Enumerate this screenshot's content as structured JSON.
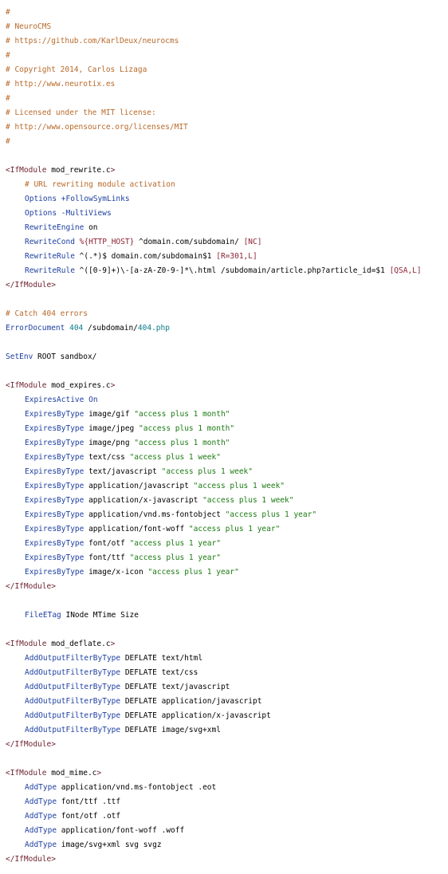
{
  "lines": [
    {
      "indent": false,
      "tokens": [
        {
          "t": "comment",
          "v": "#"
        }
      ]
    },
    {
      "indent": false,
      "tokens": [
        {
          "t": "comment",
          "v": "# NeuroCMS"
        }
      ]
    },
    {
      "indent": false,
      "tokens": [
        {
          "t": "comment",
          "v": "# https://github.com/KarlDeux/neurocms"
        }
      ]
    },
    {
      "indent": false,
      "tokens": [
        {
          "t": "comment",
          "v": "#"
        }
      ]
    },
    {
      "indent": false,
      "tokens": [
        {
          "t": "comment",
          "v": "# Copyright 2014, Carlos Lizaga"
        }
      ]
    },
    {
      "indent": false,
      "tokens": [
        {
          "t": "comment",
          "v": "# http://www.neurotix.es"
        }
      ]
    },
    {
      "indent": false,
      "tokens": [
        {
          "t": "comment",
          "v": "#"
        }
      ]
    },
    {
      "indent": false,
      "tokens": [
        {
          "t": "comment",
          "v": "# Licensed under the MIT license:"
        }
      ]
    },
    {
      "indent": false,
      "tokens": [
        {
          "t": "comment",
          "v": "# http://www.opensource.org/licenses/MIT"
        }
      ]
    },
    {
      "indent": false,
      "tokens": [
        {
          "t": "comment",
          "v": "#"
        }
      ]
    },
    {
      "indent": false,
      "tokens": []
    },
    {
      "indent": false,
      "tokens": [
        {
          "t": "tag",
          "v": "<IfModule"
        },
        {
          "t": "plain",
          "v": " mod_rewrite.c"
        },
        {
          "t": "tag",
          "v": ">"
        }
      ]
    },
    {
      "indent": true,
      "tokens": [
        {
          "t": "comment",
          "v": "# URL rewriting module activation"
        }
      ]
    },
    {
      "indent": true,
      "tokens": [
        {
          "t": "dir",
          "v": "Options"
        },
        {
          "t": "plain",
          "v": " "
        },
        {
          "t": "op",
          "v": "+FollowSymLinks"
        }
      ]
    },
    {
      "indent": true,
      "tokens": [
        {
          "t": "dir",
          "v": "Options"
        },
        {
          "t": "plain",
          "v": " "
        },
        {
          "t": "op",
          "v": "-MultiViews"
        }
      ]
    },
    {
      "indent": true,
      "tokens": [
        {
          "t": "dir",
          "v": "RewriteEngine"
        },
        {
          "t": "plain",
          "v": " on"
        }
      ]
    },
    {
      "indent": true,
      "tokens": [
        {
          "t": "dir",
          "v": "RewriteCond"
        },
        {
          "t": "plain",
          "v": " "
        },
        {
          "t": "var",
          "v": "%{HTTP_HOST}"
        },
        {
          "t": "plain",
          "v": " ^domain.com/subdomain/ "
        },
        {
          "t": "var",
          "v": "[NC]"
        }
      ]
    },
    {
      "indent": true,
      "tokens": [
        {
          "t": "dir",
          "v": "RewriteRule"
        },
        {
          "t": "plain",
          "v": " ^(.*)$ domain.com/subdomain$1 "
        },
        {
          "t": "var",
          "v": "[R=301,L]"
        }
      ]
    },
    {
      "indent": true,
      "tokens": [
        {
          "t": "dir",
          "v": "RewriteRule"
        },
        {
          "t": "plain",
          "v": " ^([0-9]+)\\-[a-zA-Z0-9-]*\\.html /subdomain/article.php?article_id=$1 "
        },
        {
          "t": "var",
          "v": "[QSA,L]"
        }
      ]
    },
    {
      "indent": false,
      "tokens": [
        {
          "t": "tag",
          "v": "</IfModule>"
        }
      ]
    },
    {
      "indent": false,
      "tokens": []
    },
    {
      "indent": false,
      "tokens": [
        {
          "t": "comment",
          "v": "# Catch 404 errors"
        }
      ]
    },
    {
      "indent": false,
      "tokens": [
        {
          "t": "dir",
          "v": "ErrorDocument"
        },
        {
          "t": "plain",
          "v": " "
        },
        {
          "t": "num",
          "v": "404"
        },
        {
          "t": "plain",
          "v": " /subdomain/"
        },
        {
          "t": "num",
          "v": "404.php"
        }
      ]
    },
    {
      "indent": false,
      "tokens": []
    },
    {
      "indent": false,
      "tokens": [
        {
          "t": "dir",
          "v": "SetEnv"
        },
        {
          "t": "plain",
          "v": " ROOT sandbox/"
        }
      ]
    },
    {
      "indent": false,
      "tokens": []
    },
    {
      "indent": false,
      "tokens": [
        {
          "t": "tag",
          "v": "<IfModule"
        },
        {
          "t": "plain",
          "v": " mod_expires.c"
        },
        {
          "t": "tag",
          "v": ">"
        }
      ]
    },
    {
      "indent": true,
      "tokens": [
        {
          "t": "dir",
          "v": "ExpiresActive"
        },
        {
          "t": "plain",
          "v": " "
        },
        {
          "t": "dir",
          "v": "On"
        }
      ]
    },
    {
      "indent": true,
      "tokens": [
        {
          "t": "dir",
          "v": "ExpiresByType"
        },
        {
          "t": "plain",
          "v": " image/gif "
        },
        {
          "t": "str",
          "v": "\"access plus 1 month\""
        }
      ]
    },
    {
      "indent": true,
      "tokens": [
        {
          "t": "dir",
          "v": "ExpiresByType"
        },
        {
          "t": "plain",
          "v": " image/jpeg "
        },
        {
          "t": "str",
          "v": "\"access plus 1 month\""
        }
      ]
    },
    {
      "indent": true,
      "tokens": [
        {
          "t": "dir",
          "v": "ExpiresByType"
        },
        {
          "t": "plain",
          "v": " image/png "
        },
        {
          "t": "str",
          "v": "\"access plus 1 month\""
        }
      ]
    },
    {
      "indent": true,
      "tokens": [
        {
          "t": "dir",
          "v": "ExpiresByType"
        },
        {
          "t": "plain",
          "v": " text/css "
        },
        {
          "t": "str",
          "v": "\"access plus 1 week\""
        }
      ]
    },
    {
      "indent": true,
      "tokens": [
        {
          "t": "dir",
          "v": "ExpiresByType"
        },
        {
          "t": "plain",
          "v": " text/javascript "
        },
        {
          "t": "str",
          "v": "\"access plus 1 week\""
        }
      ]
    },
    {
      "indent": true,
      "tokens": [
        {
          "t": "dir",
          "v": "ExpiresByType"
        },
        {
          "t": "plain",
          "v": " application/javascript "
        },
        {
          "t": "str",
          "v": "\"access plus 1 week\""
        }
      ]
    },
    {
      "indent": true,
      "tokens": [
        {
          "t": "dir",
          "v": "ExpiresByType"
        },
        {
          "t": "plain",
          "v": " application/x-javascript "
        },
        {
          "t": "str",
          "v": "\"access plus 1 week\""
        }
      ]
    },
    {
      "indent": true,
      "tokens": [
        {
          "t": "dir",
          "v": "ExpiresByType"
        },
        {
          "t": "plain",
          "v": " application/vnd.ms-fontobject "
        },
        {
          "t": "str",
          "v": "\"access plus 1 year\""
        }
      ]
    },
    {
      "indent": true,
      "tokens": [
        {
          "t": "dir",
          "v": "ExpiresByType"
        },
        {
          "t": "plain",
          "v": " application/font-woff "
        },
        {
          "t": "str",
          "v": "\"access plus 1 year\""
        }
      ]
    },
    {
      "indent": true,
      "tokens": [
        {
          "t": "dir",
          "v": "ExpiresByType"
        },
        {
          "t": "plain",
          "v": " font/otf "
        },
        {
          "t": "str",
          "v": "\"access plus 1 year\""
        }
      ]
    },
    {
      "indent": true,
      "tokens": [
        {
          "t": "dir",
          "v": "ExpiresByType"
        },
        {
          "t": "plain",
          "v": " font/ttf "
        },
        {
          "t": "str",
          "v": "\"access plus 1 year\""
        }
      ]
    },
    {
      "indent": true,
      "tokens": [
        {
          "t": "dir",
          "v": "ExpiresByType"
        },
        {
          "t": "plain",
          "v": " image/x-icon "
        },
        {
          "t": "str",
          "v": "\"access plus 1 year\""
        }
      ]
    },
    {
      "indent": false,
      "tokens": [
        {
          "t": "tag",
          "v": "</IfModule>"
        }
      ]
    },
    {
      "indent": false,
      "tokens": []
    },
    {
      "indent": true,
      "tokens": [
        {
          "t": "dir",
          "v": "FileETag"
        },
        {
          "t": "plain",
          "v": " INode MTime Size"
        }
      ]
    },
    {
      "indent": false,
      "tokens": []
    },
    {
      "indent": false,
      "tokens": [
        {
          "t": "tag",
          "v": "<IfModule"
        },
        {
          "t": "plain",
          "v": " mod_deflate.c"
        },
        {
          "t": "tag",
          "v": ">"
        }
      ]
    },
    {
      "indent": true,
      "tokens": [
        {
          "t": "dir",
          "v": "AddOutputFilterByType"
        },
        {
          "t": "plain",
          "v": " DEFLATE text/html"
        }
      ]
    },
    {
      "indent": true,
      "tokens": [
        {
          "t": "dir",
          "v": "AddOutputFilterByType"
        },
        {
          "t": "plain",
          "v": " DEFLATE text/css"
        }
      ]
    },
    {
      "indent": true,
      "tokens": [
        {
          "t": "dir",
          "v": "AddOutputFilterByType"
        },
        {
          "t": "plain",
          "v": " DEFLATE text/javascript"
        }
      ]
    },
    {
      "indent": true,
      "tokens": [
        {
          "t": "dir",
          "v": "AddOutputFilterByType"
        },
        {
          "t": "plain",
          "v": " DEFLATE application/javascript"
        }
      ]
    },
    {
      "indent": true,
      "tokens": [
        {
          "t": "dir",
          "v": "AddOutputFilterByType"
        },
        {
          "t": "plain",
          "v": " DEFLATE application/x-javascript"
        }
      ]
    },
    {
      "indent": true,
      "tokens": [
        {
          "t": "dir",
          "v": "AddOutputFilterByType"
        },
        {
          "t": "plain",
          "v": " DEFLATE image/svg+xml"
        }
      ]
    },
    {
      "indent": false,
      "tokens": [
        {
          "t": "tag",
          "v": "</IfModule>"
        }
      ]
    },
    {
      "indent": false,
      "tokens": []
    },
    {
      "indent": false,
      "tokens": [
        {
          "t": "tag",
          "v": "<IfModule"
        },
        {
          "t": "plain",
          "v": " mod_mime.c"
        },
        {
          "t": "tag",
          "v": ">"
        }
      ]
    },
    {
      "indent": true,
      "tokens": [
        {
          "t": "dir",
          "v": "AddType"
        },
        {
          "t": "plain",
          "v": " application/vnd.ms-fontobject .eot"
        }
      ]
    },
    {
      "indent": true,
      "tokens": [
        {
          "t": "dir",
          "v": "AddType"
        },
        {
          "t": "plain",
          "v": " font/ttf .ttf"
        }
      ]
    },
    {
      "indent": true,
      "tokens": [
        {
          "t": "dir",
          "v": "AddType"
        },
        {
          "t": "plain",
          "v": " font/otf .otf"
        }
      ]
    },
    {
      "indent": true,
      "tokens": [
        {
          "t": "dir",
          "v": "AddType"
        },
        {
          "t": "plain",
          "v": " application/font-woff .woff"
        }
      ]
    },
    {
      "indent": true,
      "tokens": [
        {
          "t": "dir",
          "v": "AddType"
        },
        {
          "t": "plain",
          "v": " image/svg+xml svg svgz"
        }
      ]
    },
    {
      "indent": false,
      "tokens": [
        {
          "t": "tag",
          "v": "</IfModule>"
        }
      ]
    }
  ]
}
